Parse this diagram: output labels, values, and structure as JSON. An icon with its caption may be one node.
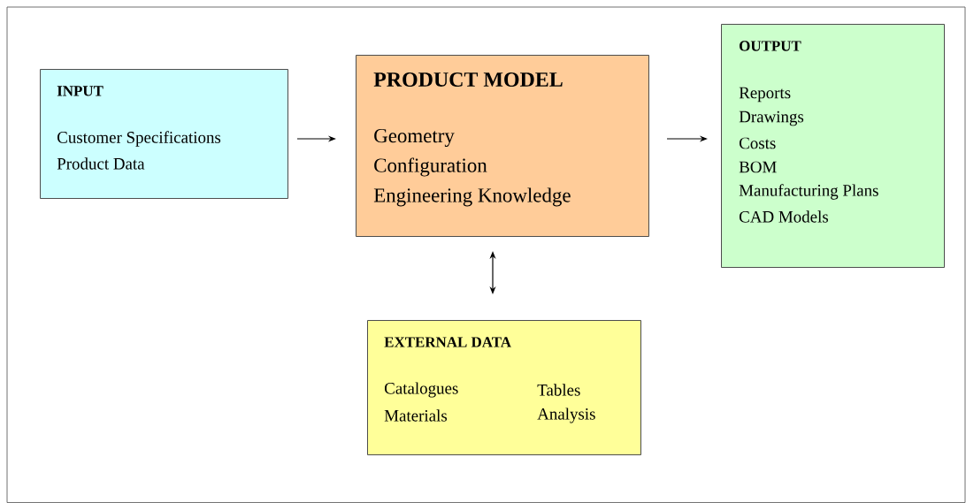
{
  "diagram": {
    "nodes": [
      {
        "text": [
          "INPUT",
          "Customer Specifications",
          "Product Data"
        ]
      },
      {
        "text": [
          "PRODUCT MODEL",
          "Geometry",
          "Configuration",
          "Engineering Knowledge"
        ]
      },
      {
        "text": [
          "OUTPUT",
          "Reports",
          "Drawings",
          "Costs",
          "BOM",
          "Manufacturing Plans",
          "CAD Models"
        ]
      },
      {
        "text": [
          "EXTERNAL DATA",
          "Catalogues",
          "Tables",
          "Materials",
          "Analysis"
        ]
      }
    ],
    "edges": [
      {
        "from": 0,
        "to": 1,
        "arrow": "to"
      },
      {
        "from": 1,
        "to": 2,
        "arrow": "to"
      },
      {
        "from": 1,
        "to": 3,
        "arrow": "both"
      }
    ]
  }
}
